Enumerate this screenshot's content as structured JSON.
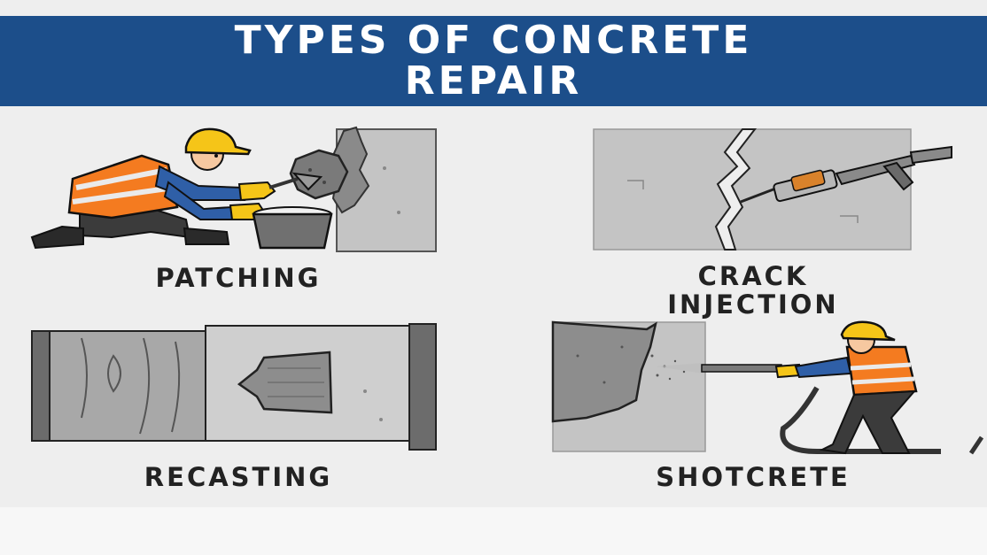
{
  "title": {
    "line1": "TYPES OF CONCRETE",
    "line2": "REPAIR"
  },
  "panels": [
    {
      "id": "patching",
      "label": "PATCHING"
    },
    {
      "id": "crack-injection",
      "label_line1": "CRACK",
      "label_line2": "INJECTION"
    },
    {
      "id": "recasting",
      "label": "RECASTING"
    },
    {
      "id": "shotcrete",
      "label": "SHOTCRETE"
    }
  ],
  "colors": {
    "header": "#1c4e8a",
    "vest": "#f47b20",
    "helmet": "#f5c518",
    "concrete": "#b8b8b8",
    "shirt": "#2f5fa7"
  },
  "icons": [
    "worker-icon",
    "helmet-icon",
    "trowel-icon",
    "bucket-icon",
    "caulk-gun-icon",
    "formwork-icon",
    "spray-nozzle-icon"
  ]
}
